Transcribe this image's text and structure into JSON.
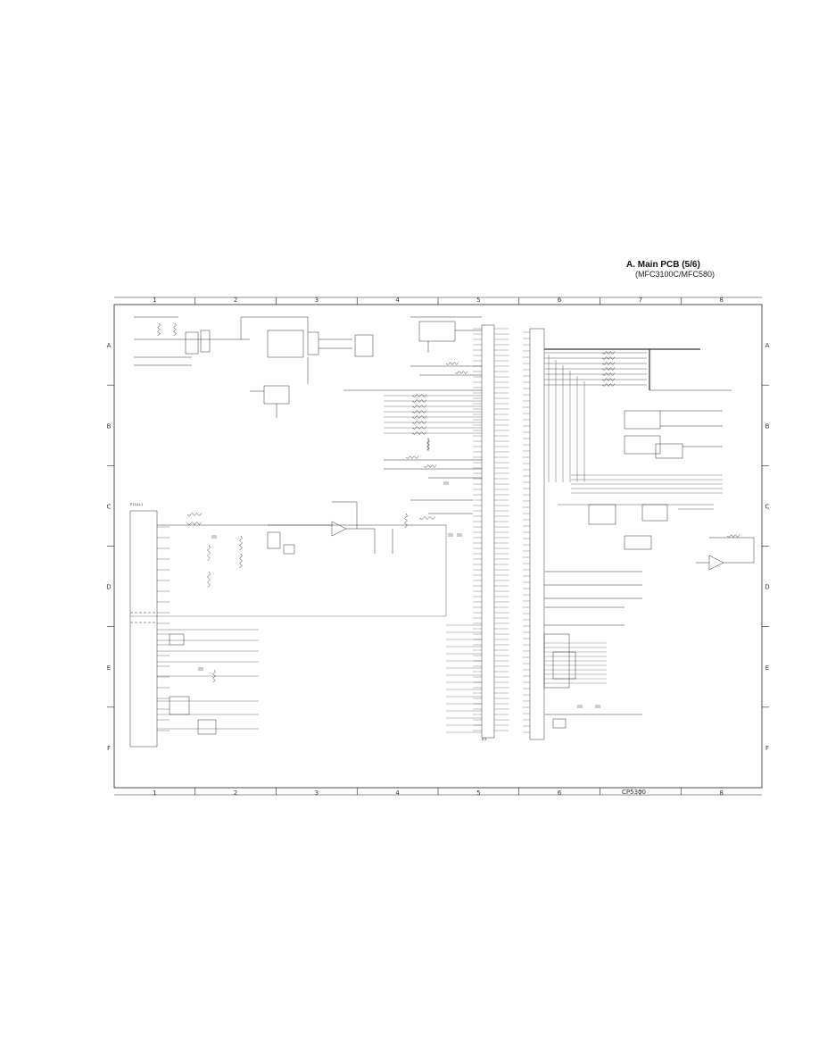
{
  "title": "A. Main PCB (5/6)",
  "subtitle": "(MFC3100C/MFC580)",
  "column_labels": [
    "1",
    "2",
    "3",
    "4",
    "5",
    "6",
    "7",
    "8"
  ],
  "row_labels": [
    "A",
    "B",
    "C",
    "D",
    "E",
    "F"
  ],
  "footer_code": "CP5300",
  "connector_name": "P11/LL1",
  "ic_name": "IC1"
}
